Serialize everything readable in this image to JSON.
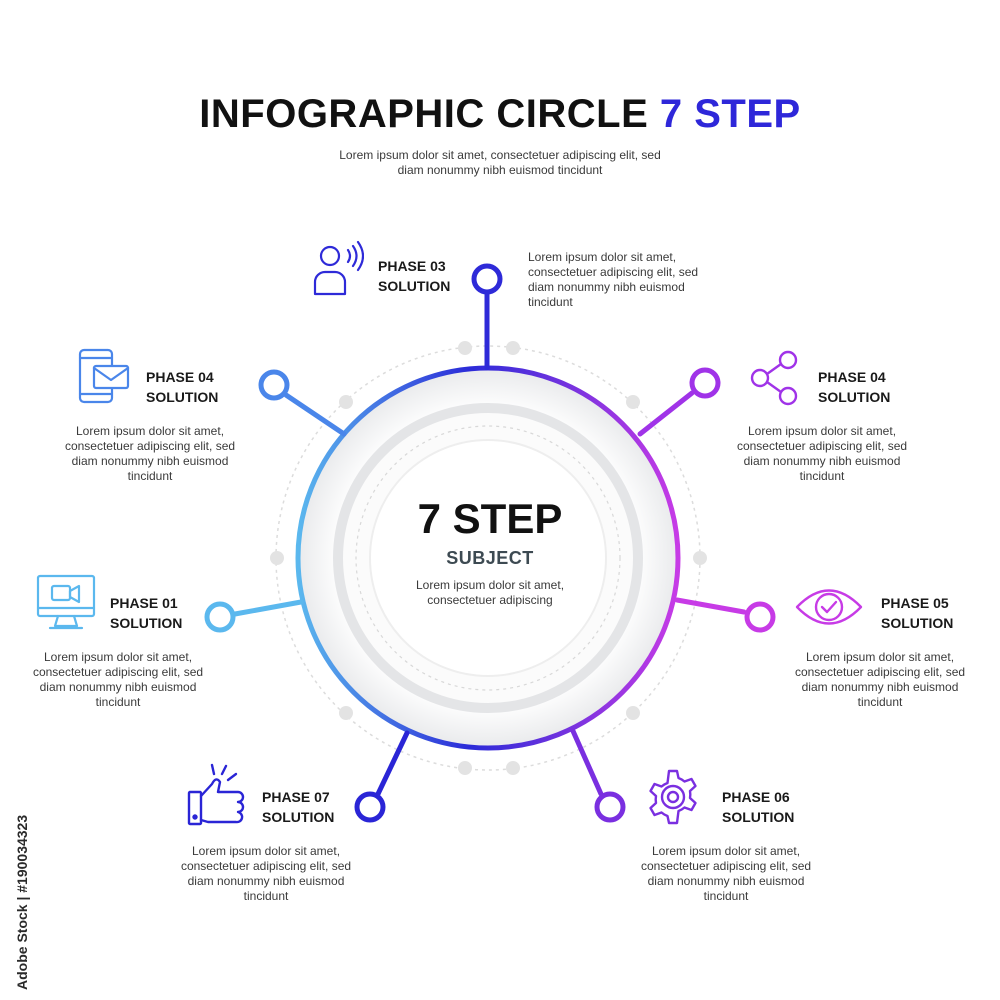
{
  "header": {
    "title_main": "INFOGRAPHIC CIRCLE",
    "title_accent": "7 STEP",
    "subtitle_line1": "Lorem ipsum dolor sit amet, consectetuer adipiscing elit, sed",
    "subtitle_line2": "diam nonummy nibh euismod tincidunt"
  },
  "center": {
    "title": "7 STEP",
    "subtitle": "SUBJECT",
    "desc_line1": "Lorem ipsum dolor sit amet,",
    "desc_line2": "consectetuer adipiscing"
  },
  "phases": [
    {
      "id": "p01",
      "phase": "PHASE 01",
      "label": "SOLUTION",
      "icon": "video-monitor-icon",
      "color": "#5bb8ee",
      "desc": [
        "Lorem ipsum dolor sit amet,",
        "consectetuer adipiscing elit, sed",
        "diam nonummy nibh euismod",
        "tincidunt"
      ]
    },
    {
      "id": "p04a",
      "phase": "PHASE 04",
      "label": "SOLUTION",
      "icon": "phone-mail-icon",
      "color": "#4a86ea",
      "desc": [
        "Lorem ipsum dolor sit amet,",
        "consectetuer adipiscing elit, sed",
        "diam nonummy nibh euismod",
        "tincidunt"
      ]
    },
    {
      "id": "p03",
      "phase": "PHASE 03",
      "label": "SOLUTION",
      "icon": "user-speaking-icon",
      "color": "#2e2ad8",
      "desc": [
        "Lorem ipsum dolor sit amet,",
        "consectetuer adipiscing elit, sed",
        "diam nonummy nibh euismod",
        "tincidunt"
      ]
    },
    {
      "id": "p04b",
      "phase": "PHASE 04",
      "label": "SOLUTION",
      "icon": "share-icon",
      "color": "#a033e8",
      "desc": [
        "Lorem ipsum dolor sit amet,",
        "consectetuer adipiscing elit, sed",
        "diam nonummy nibh euismod",
        "tincidunt"
      ]
    },
    {
      "id": "p05",
      "phase": "PHASE 05",
      "label": "SOLUTION",
      "icon": "eye-check-icon",
      "color": "#c73be6",
      "desc": [
        "Lorem ipsum dolor sit amet,",
        "consectetuer adipiscing elit, sed",
        "diam nonummy nibh euismod",
        "tincidunt"
      ]
    },
    {
      "id": "p06",
      "phase": "PHASE 06",
      "label": "SOLUTION",
      "icon": "gear-icon",
      "color": "#7a2fe0",
      "desc": [
        "Lorem ipsum dolor sit amet,",
        "consectetuer adipiscing elit, sed",
        "diam nonummy nibh euismod",
        "tincidunt"
      ]
    },
    {
      "id": "p07",
      "phase": "PHASE 07",
      "label": "SOLUTION",
      "icon": "thumbs-up-icon",
      "color": "#2a25d6",
      "desc": [
        "Lorem ipsum dolor sit amet,",
        "consectetuer adipiscing elit, sed",
        "diam nonummy nibh euismod",
        "tincidunt"
      ]
    }
  ],
  "colors": {
    "accent": "#2e27d9",
    "gradient_left": "#5bb8ee",
    "gradient_mid": "#2b2bd8",
    "gradient_right": "#c73be6"
  },
  "watermark": "Adobe Stock | #190034323"
}
